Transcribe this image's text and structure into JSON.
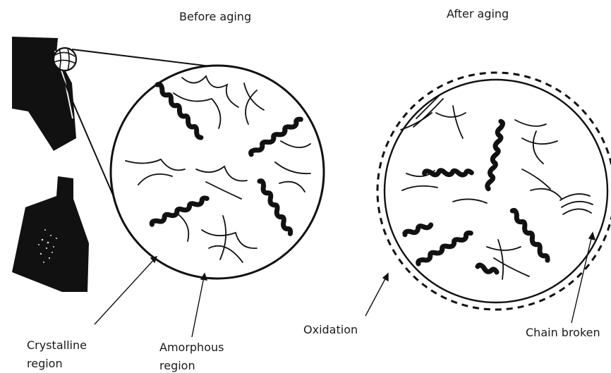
{
  "title_before": "Before aging",
  "title_after": "After aging",
  "labels": {
    "crystalline_line1": "Crystalline",
    "crystalline_line2": "region",
    "amorphous_line1": "Amorphous",
    "amorphous_line2": "region",
    "oxidation": "Oxidation",
    "chain_broken": "Chain broken"
  },
  "colors": {
    "ink": "#111111",
    "background": "#ffffff",
    "speckle": "#d9d9d9"
  }
}
